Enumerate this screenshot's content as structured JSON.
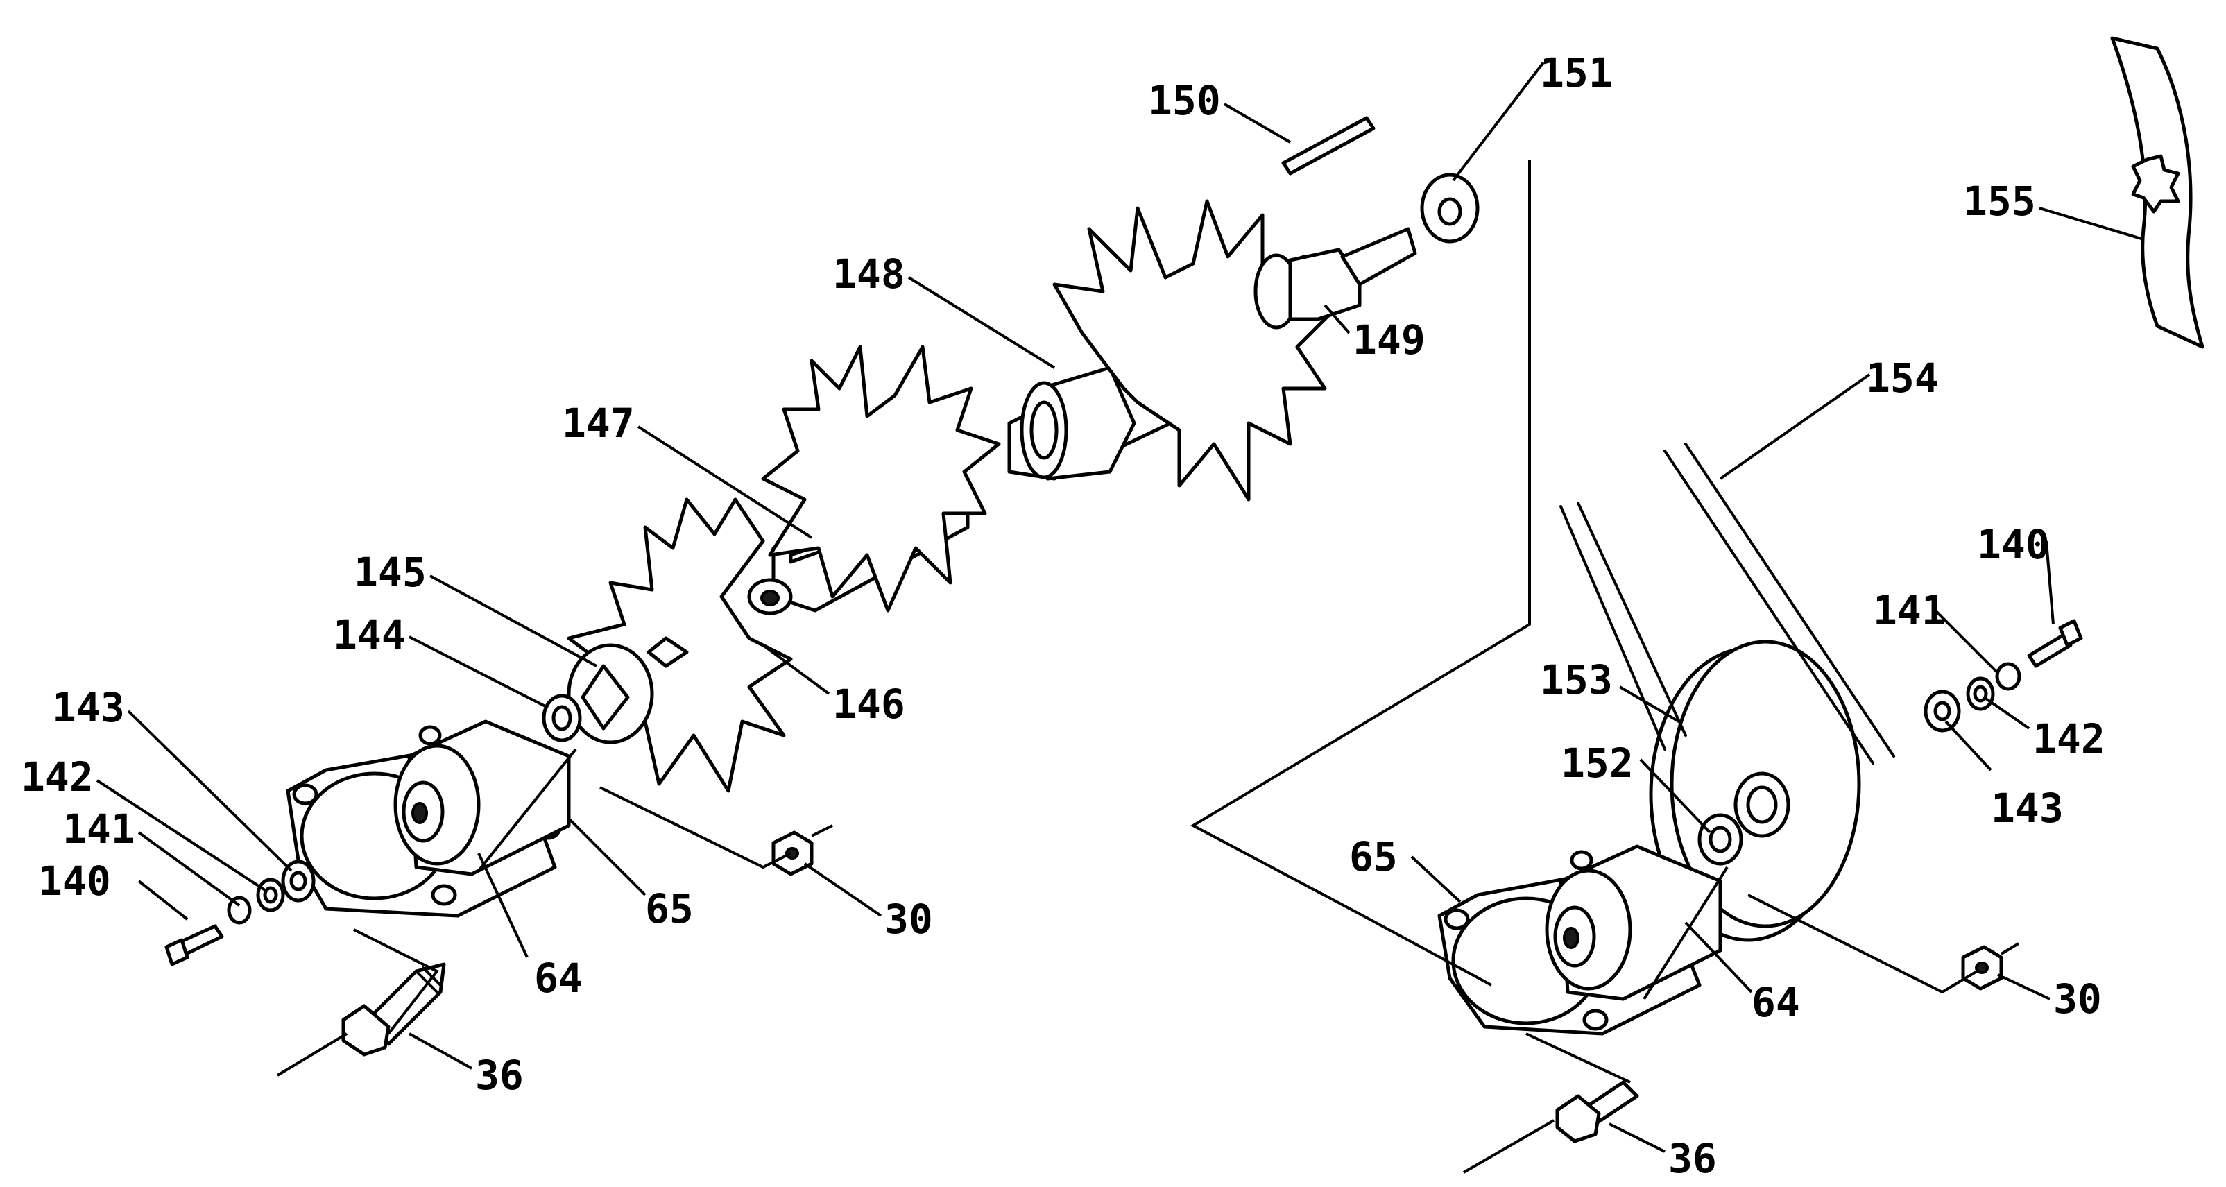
{
  "labels": {
    "l140a": "140",
    "l141a": "141",
    "l142a": "142",
    "l143a": "143",
    "l144": "144",
    "l145": "145",
    "l146": "146",
    "l147": "147",
    "l148": "148",
    "l149": "149",
    "l150": "150",
    "l151": "151",
    "l64a": "64",
    "l65a": "65",
    "l30a": "30",
    "l36a": "36",
    "l152": "152",
    "l153": "153",
    "l154": "154",
    "l155": "155",
    "l140b": "140",
    "l141b": "141",
    "l142b": "142",
    "l143b": "143",
    "l64b": "64",
    "l65b": "65",
    "l30b": "30",
    "l36b": "36"
  }
}
